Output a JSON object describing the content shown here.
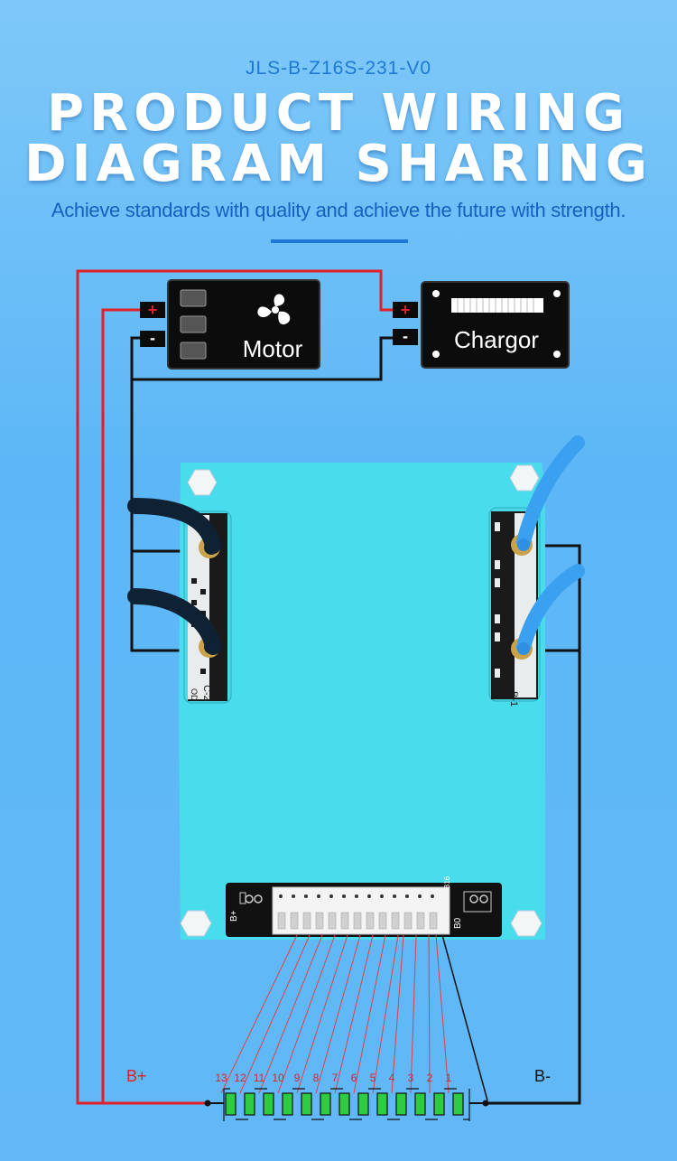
{
  "header": {
    "model": "JLS-B-Z16S-231-V0",
    "title_line1": "PRODUCT WIRING",
    "title_line2": "DIAGRAM SHARING",
    "subtitle": "Achieve standards with quality and achieve the future with strength."
  },
  "motor": {
    "label": "Motor",
    "plus": "+",
    "minus": "-",
    "icon": "fan-icon"
  },
  "charger": {
    "label": "Chargor",
    "plus": "+",
    "minus": "-"
  },
  "board": {
    "left_top_silk": "C-",
    "left_bottom_silk": "C-2",
    "left_bottom_silk2": "OD",
    "right_silk": "B-1",
    "connector_left": "B+",
    "connector_right": "B0",
    "connector_top": "B16"
  },
  "battery": {
    "cell_numbers": [
      "13",
      "12",
      "11",
      "10",
      "9",
      "8",
      "7",
      "6",
      "5",
      "4",
      "3",
      "2",
      "1"
    ],
    "b_plus": "B+",
    "b_minus": "B-"
  },
  "colors": {
    "board": "#48dcec",
    "wire_red": "#e0202a",
    "wire_black": "#111111",
    "cell": "#2ecc40",
    "accent": "#1f78d8"
  }
}
